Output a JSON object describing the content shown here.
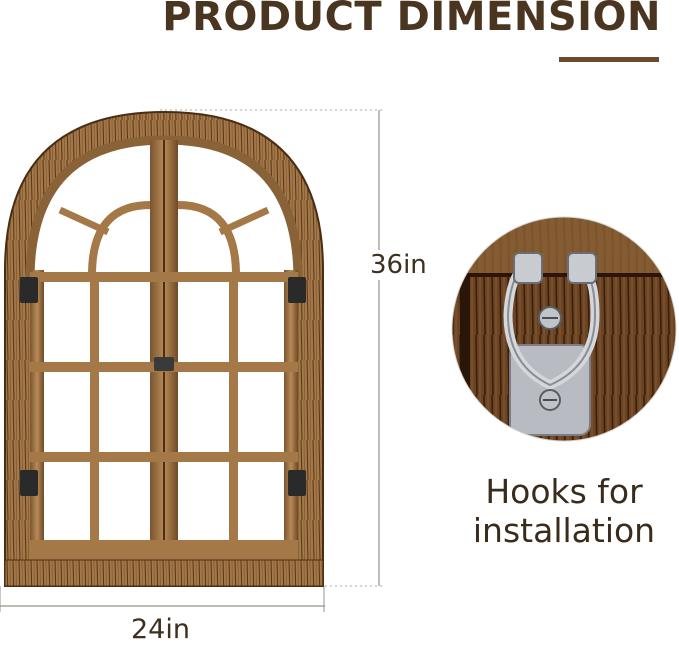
{
  "heading": "PRODUCT DIMENSION",
  "height_label": "36in",
  "width_label": "24in",
  "hook_caption_line1": "Hooks for",
  "hook_caption_line2": "installation",
  "colors": {
    "heading": "#4a3620",
    "accent_bar": "#6a4c2c",
    "wood_light": "#b08050",
    "wood_dark": "#5a3a1c",
    "hook_metal": "#c8ccd0"
  },
  "images": {
    "window": "arched-wooden-window-frame",
    "hook": "sawtooth-hanging-hook-closeup"
  }
}
